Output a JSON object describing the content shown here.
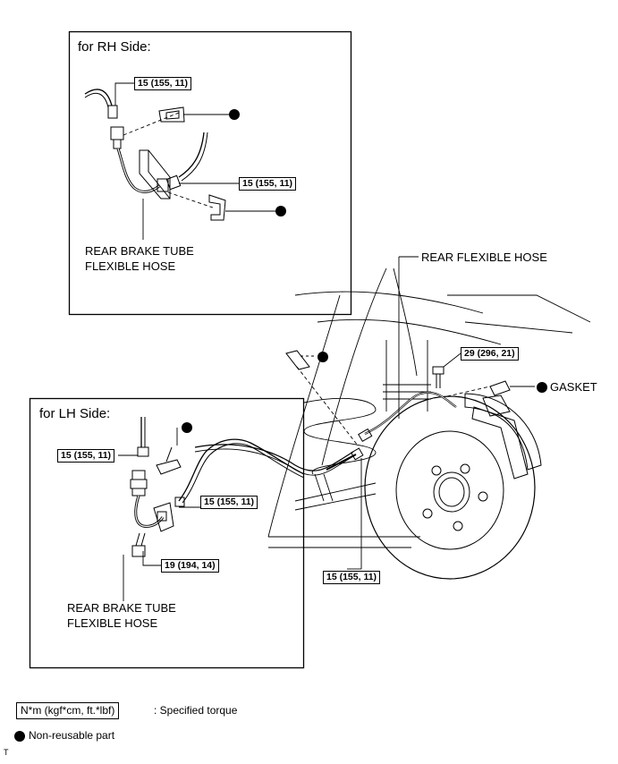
{
  "rh_panel": {
    "title": "for RH Side:",
    "torque_upper": "15 (155, 11)",
    "torque_lower": "15 (155, 11)",
    "hose_label_line1": "REAR BRAKE TUBE",
    "hose_label_line2": "FLEXIBLE HOSE"
  },
  "lh_panel": {
    "title": "for LH Side:",
    "torque_upper": "15 (155, 11)",
    "torque_right": "15 (155, 11)",
    "torque_bolt": "19 (194, 14)",
    "hose_label_line1": "REAR BRAKE TUBE",
    "hose_label_line2": "FLEXIBLE HOSE"
  },
  "main": {
    "rear_flexible_hose": "REAR FLEXIBLE HOSE",
    "torque_bolt": "29 (296, 21)",
    "gasket": "GASKET",
    "torque_lower": "15 (155, 11)"
  },
  "legend": {
    "torque_units": "N*m (kgf*cm, ft.*lbf)",
    "torque_desc": ": Specified torque",
    "nonreusable_desc": "Non-reusable part"
  },
  "corner_mark": "T"
}
